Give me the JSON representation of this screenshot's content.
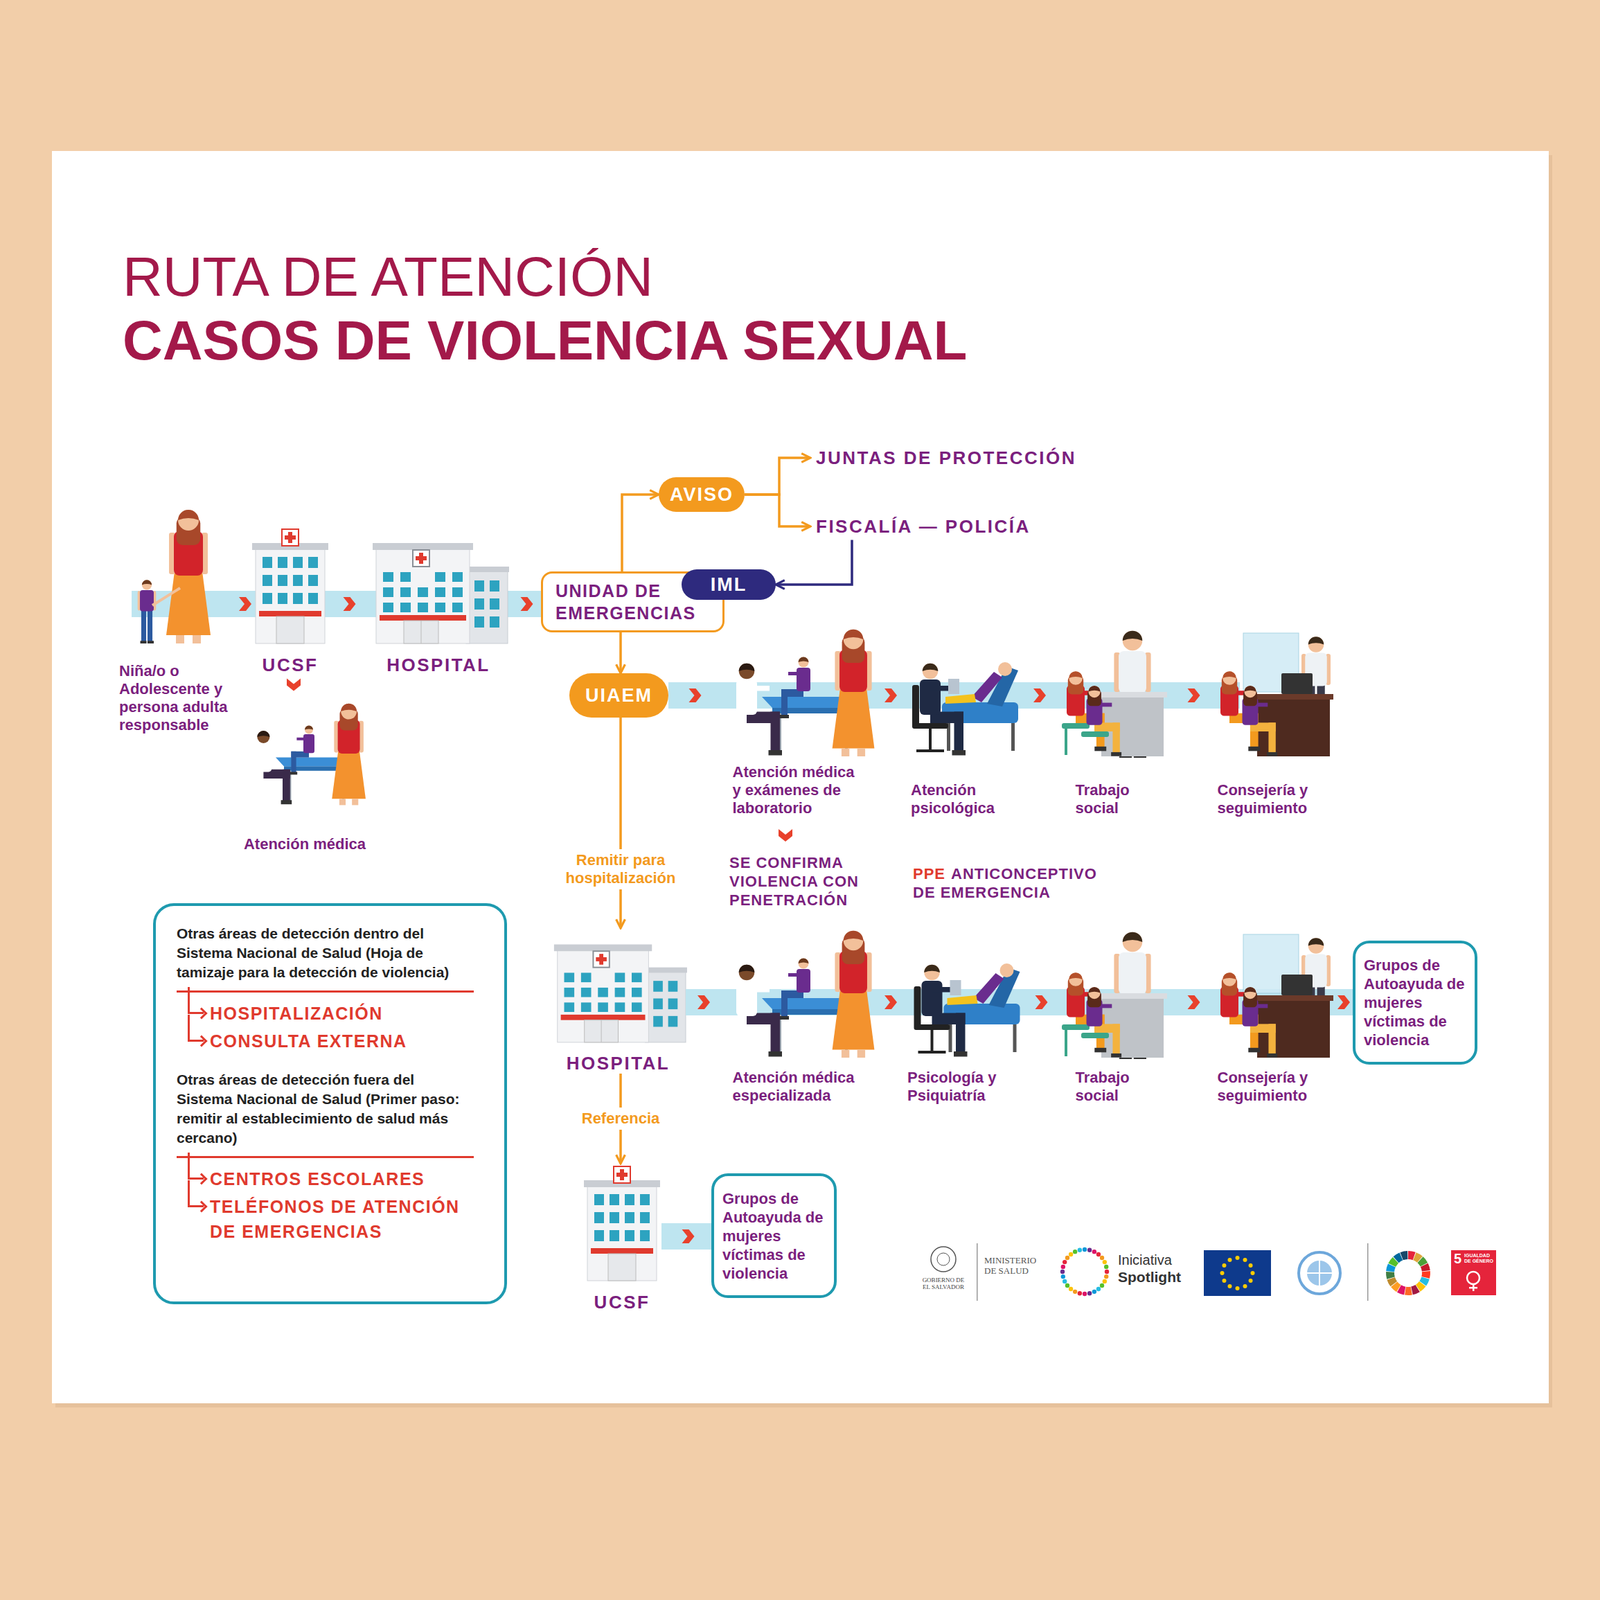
{
  "diagram": {
    "title": "RUTA DE ATENCIÓN",
    "nodes": [
      {
        "text": [
          "AVISO"
        ]
      },
      {
        "text": [
          "JUNTAS DE PROTECCIÓN"
        ]
      },
      {
        "text": [
          "FISCALÍA — POLICÍA"
        ]
      },
      {
        "text": [
          "Niña/o o Adolescente y persona adulta responsable"
        ]
      },
      {
        "text": [
          "UCSF"
        ]
      },
      {
        "text": [
          "HOSPITAL"
        ]
      },
      {
        "text": [
          "UNIDAD DE EMERGENCIAS"
        ]
      },
      {
        "text": [
          "IML"
        ]
      },
      {
        "text": [
          "UIAEM"
        ]
      },
      {
        "text": [
          "Atención médica"
        ]
      },
      {
        "text": [
          "Atención médica y exámenes de laboratorio"
        ]
      },
      {
        "text": [
          "Atención psicológica"
        ]
      },
      {
        "text": [
          "Trabajo social"
        ]
      },
      {
        "text": [
          "Consejería y seguimiento"
        ]
      },
      {
        "text": [
          "HOSPITAL"
        ]
      },
      {
        "text": [
          "Atención médica especializada"
        ]
      },
      {
        "text": [
          "Psicología y Psiquiatría"
        ]
      },
      {
        "text": [
          "Trabajo social"
        ]
      },
      {
        "text": [
          "Consejería y seguimiento"
        ]
      },
      {
        "text": [
          "Grupos de Autoayuda de mujeres víctimas de violencia"
        ]
      },
      {
        "text": [
          "Otras áreas de detección dentro del Sistema Nacional de Salud (Hoja de tamizaje para la detección de violencia)",
          "HOSPITALIZACIÓN",
          "CONSULTA EXTERNA",
          "Otras áreas de detección fuera del Sistema Nacional de Salud (Primer paso: remitir al establecimiento de salud más cercano)",
          "CENTROS ESCOLARES",
          "TELÉFONOS DE ATENCIÓN DE EMERGENCIAS"
        ]
      },
      {
        "text": [
          "UCSF"
        ]
      },
      {
        "text": [
          "Grupos de Autoayuda de mujeres víctimas de violencia"
        ]
      }
    ],
    "edges": [
      {
        "from": 3,
        "to": 4,
        "arrow": "to"
      },
      {
        "from": 4,
        "to": 5,
        "arrow": "to"
      },
      {
        "from": 5,
        "to": 6,
        "arrow": "to"
      },
      {
        "from": 6,
        "to": 0,
        "arrow": "to"
      },
      {
        "from": 0,
        "to": 1,
        "arrow": "to"
      },
      {
        "from": 0,
        "to": 2,
        "arrow": "to"
      },
      {
        "from": 2,
        "to": 7,
        "arrow": "to"
      },
      {
        "from": 6,
        "to": 8,
        "arrow": "to"
      },
      {
        "from": 4,
        "to": 9,
        "arrow": "to"
      },
      {
        "from": 8,
        "to": 10,
        "arrow": "to"
      },
      {
        "from": 10,
        "to": 11,
        "arrow": "to"
      },
      {
        "from": 11,
        "to": 12,
        "arrow": "to"
      },
      {
        "from": 12,
        "to": 13,
        "arrow": "to"
      },
      {
        "from": 8,
        "to": 14,
        "label": "Remitir para hospitalización",
        "arrow": "to"
      },
      {
        "from": 14,
        "to": 15,
        "arrow": "to"
      },
      {
        "from": 15,
        "to": 16,
        "arrow": "to"
      },
      {
        "from": 16,
        "to": 17,
        "arrow": "to"
      },
      {
        "from": 17,
        "to": 18,
        "arrow": "to"
      },
      {
        "from": 18,
        "to": 19,
        "arrow": "to"
      },
      {
        "from": 14,
        "to": 21,
        "label": "Referencia",
        "arrow": "to"
      },
      {
        "from": 21,
        "to": 22,
        "arrow": "to"
      }
    ],
    "labels": [
      "CASOS DE VIOLENCIA SEXUAL",
      "SE CONFIRMA VIOLENCIA CON PENETRACIÓN",
      "PPE",
      "ANTICONCEPTIVO DE EMERGENCIA",
      "GOBIERNO DE EL SALVADOR",
      "MINISTERIO DE SALUD",
      "Iniciativa",
      "Spotlight",
      "5",
      "IGUALDAD DE GÉNERO"
    ]
  }
}
